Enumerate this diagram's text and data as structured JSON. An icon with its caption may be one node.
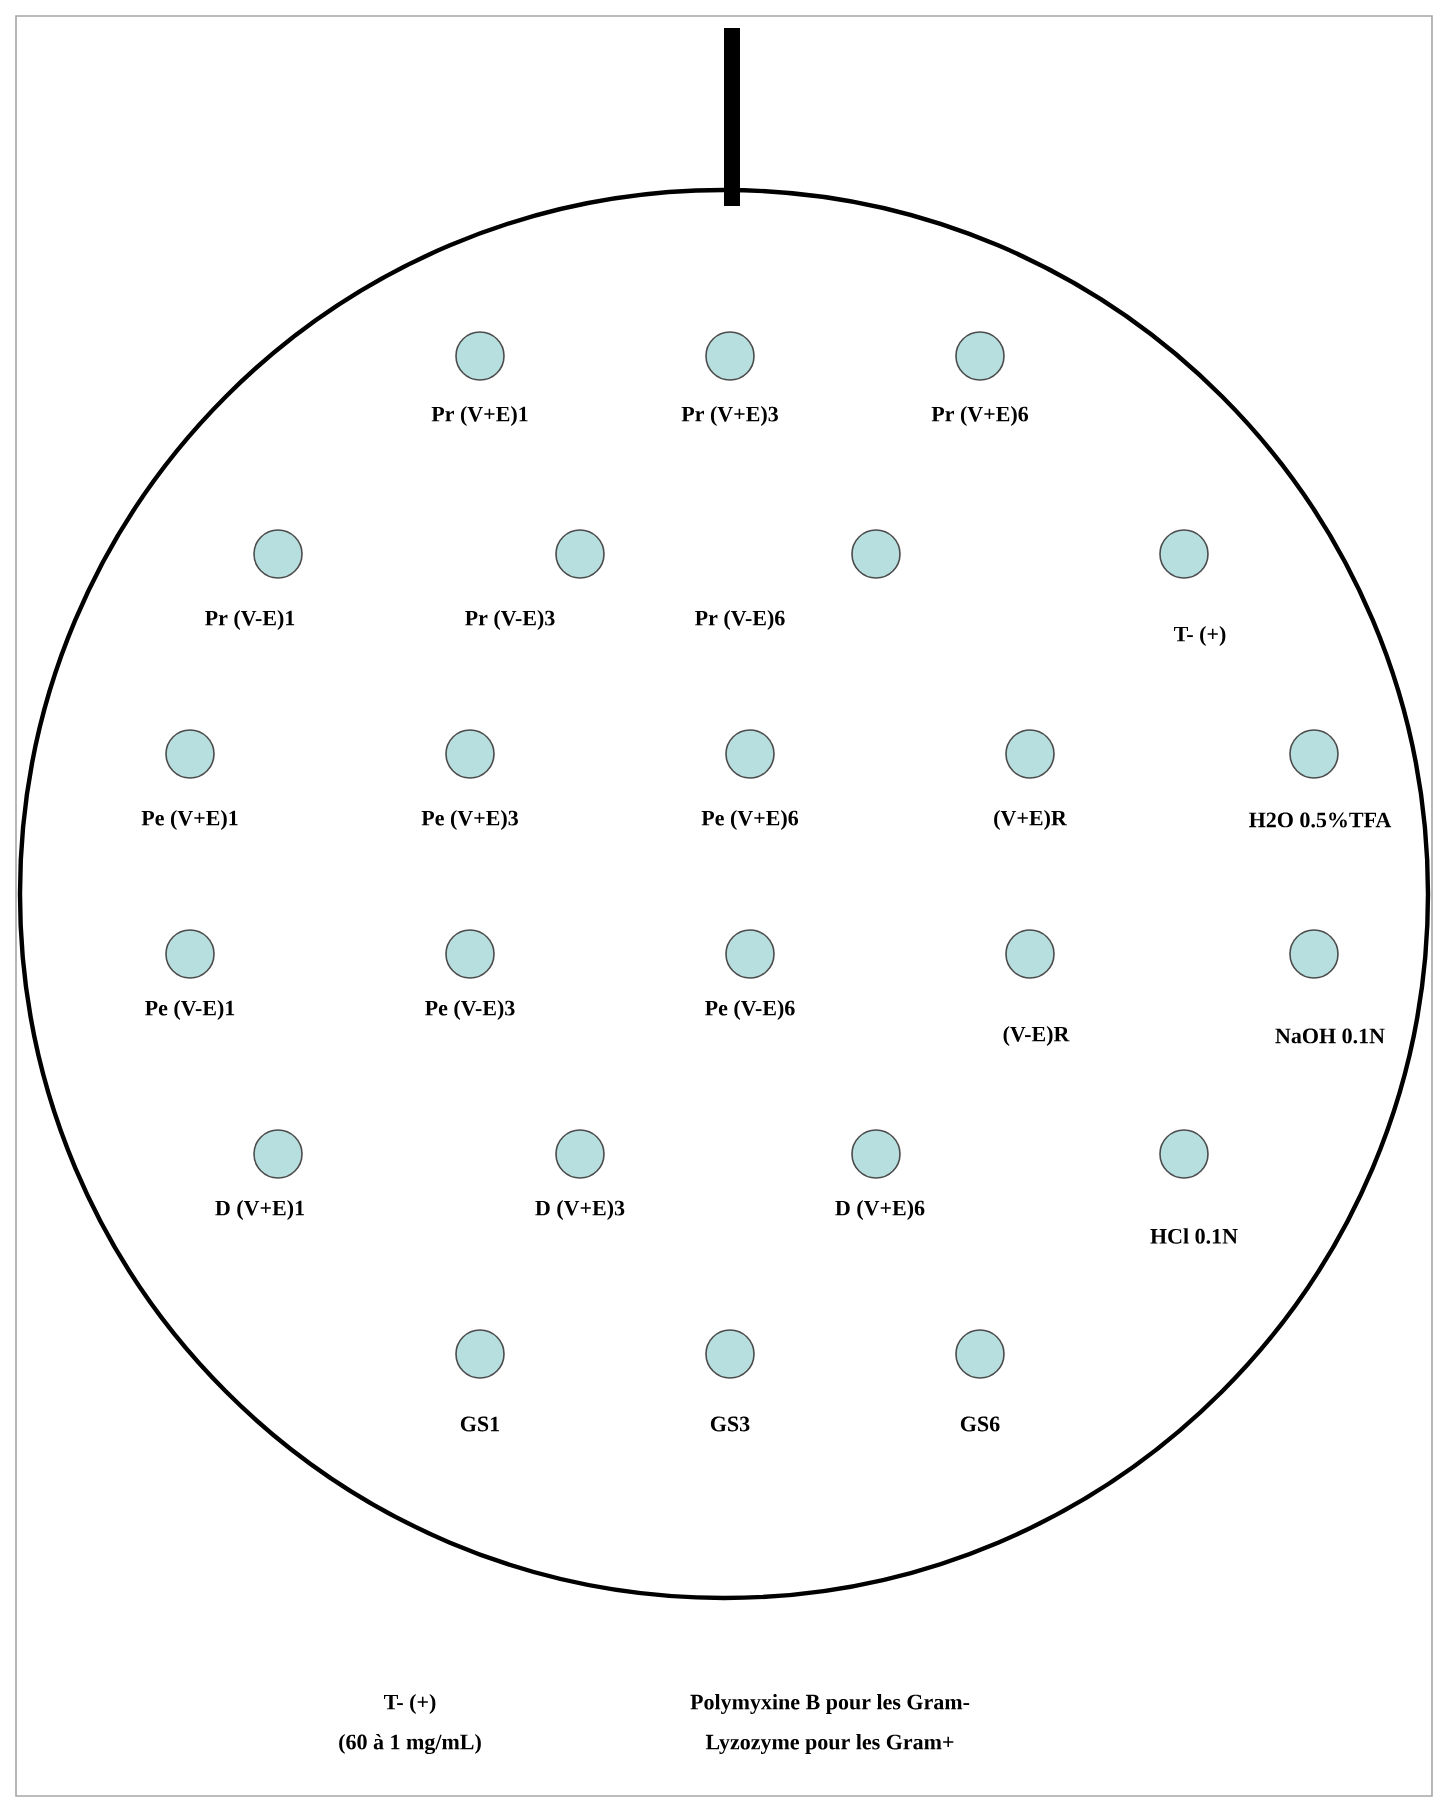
{
  "diagram": {
    "nodes": [
      {
        "text": [],
        "shape": "circle"
      },
      {
        "text": [],
        "shape": "circle",
        "in": 0,
        "beside": [
          "Pr (V+E)1"
        ]
      },
      {
        "text": [],
        "shape": "circle",
        "in": 0,
        "beside": [
          "Pr (V+E)3"
        ]
      },
      {
        "text": [],
        "shape": "circle",
        "in": 0,
        "beside": [
          "Pr (V+E)6"
        ]
      },
      {
        "text": [],
        "shape": "circle",
        "in": 0,
        "beside": [
          "Pr (V-E)1"
        ]
      },
      {
        "text": [],
        "shape": "circle",
        "in": 0,
        "beside": [
          "Pr (V-E)3"
        ]
      },
      {
        "text": [],
        "shape": "circle",
        "in": 0,
        "beside": [
          "Pr (V-E)6"
        ]
      },
      {
        "text": [],
        "shape": "circle",
        "in": 0,
        "beside": [
          "T- (+)"
        ]
      },
      {
        "text": [],
        "shape": "circle",
        "in": 0,
        "beside": [
          "Pe (V+E)1"
        ]
      },
      {
        "text": [],
        "shape": "circle",
        "in": 0,
        "beside": [
          "Pe (V+E)3"
        ]
      },
      {
        "text": [],
        "shape": "circle",
        "in": 0,
        "beside": [
          "Pe (V+E)6"
        ]
      },
      {
        "text": [],
        "shape": "circle",
        "in": 0,
        "beside": [
          "(V+E)R"
        ]
      },
      {
        "text": [],
        "shape": "circle",
        "in": 0,
        "beside": [
          "H2O 0.5%TFA"
        ]
      },
      {
        "text": [],
        "shape": "circle",
        "in": 0,
        "beside": [
          "Pe (V-E)1"
        ]
      },
      {
        "text": [],
        "shape": "circle",
        "in": 0,
        "beside": [
          "Pe (V-E)3"
        ]
      },
      {
        "text": [],
        "shape": "circle",
        "in": 0,
        "beside": [
          "Pe (V-E)6"
        ]
      },
      {
        "text": [],
        "shape": "circle",
        "in": 0,
        "beside": [
          "(V-E)R"
        ]
      },
      {
        "text": [],
        "shape": "circle",
        "in": 0,
        "beside": [
          "NaOH 0.1N"
        ]
      },
      {
        "text": [],
        "shape": "circle",
        "in": 0,
        "beside": [
          "D (V+E)1"
        ]
      },
      {
        "text": [],
        "shape": "circle",
        "in": 0,
        "beside": [
          "D (V+E)3"
        ]
      },
      {
        "text": [],
        "shape": "circle",
        "in": 0,
        "beside": [
          "D (V+E)6"
        ]
      },
      {
        "text": [],
        "shape": "circle",
        "in": 0,
        "beside": [
          "HCl 0.1N"
        ]
      },
      {
        "text": [],
        "shape": "circle",
        "in": 0,
        "beside": [
          "GS1"
        ]
      },
      {
        "text": [],
        "shape": "circle",
        "in": 0,
        "beside": [
          "GS3"
        ]
      },
      {
        "text": [],
        "shape": "circle",
        "in": 0,
        "beside": [
          "GS6"
        ]
      }
    ],
    "labels": [
      "T- (+)",
      "Polymyxine B pour les Gram-",
      "(60 à 1 mg/mL)",
      "Lyzozyme pour les Gram+"
    ]
  }
}
